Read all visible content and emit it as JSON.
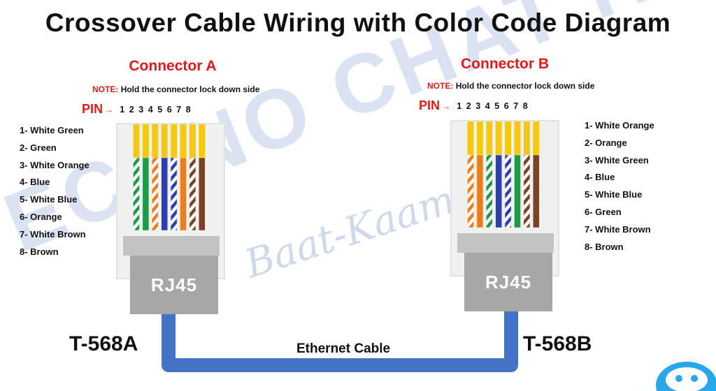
{
  "page": {
    "title": "Crossover Cable Wiring with Color Code Diagram"
  },
  "watermark": {
    "main": "TECHNO CHAT ROOM",
    "script": "Baat-Kaam"
  },
  "colors": {
    "accent_red": "#e11919",
    "cable_blue": "#4472c4",
    "gold_contact": "#f6c80f",
    "wire_green": "#1d9a46",
    "wire_orange": "#f07d12",
    "wire_blue": "#2d3fb0",
    "wire_brown": "#7b4223"
  },
  "connector_a": {
    "title": "Connector A",
    "note_label": "NOTE:",
    "note_text": "Hold the connector lock down side",
    "pin_label": "PIN",
    "pin_arrow": "→",
    "pins": [
      "1",
      "2",
      "3",
      "4",
      "5",
      "6",
      "7",
      "8"
    ],
    "legend": [
      "1- White Green",
      "2- Green",
      "3- White Orange",
      "4- Blue",
      "5- White Blue",
      "6- Orange",
      "7- White Brown",
      "8- Brown"
    ],
    "wires": [
      "white-green",
      "green",
      "white-orange",
      "blue",
      "white-blue",
      "orange",
      "white-brown",
      "brown"
    ],
    "plug_label": "RJ45",
    "standard": "T-568A"
  },
  "connector_b": {
    "title": "Connector B",
    "note_label": "NOTE:",
    "note_text": "Hold the connector lock down side",
    "pin_label": "PIN",
    "pin_arrow": "→",
    "pins": [
      "1",
      "2",
      "3",
      "4",
      "5",
      "6",
      "7",
      "8"
    ],
    "legend": [
      "1- White Orange",
      "2- Orange",
      "3- White Green",
      "4- Blue",
      "5- White Blue",
      "6- Green",
      "7- White Brown",
      "8- Brown"
    ],
    "wires": [
      "white-orange",
      "orange",
      "white-green",
      "blue",
      "white-blue",
      "green",
      "white-brown",
      "brown"
    ],
    "plug_label": "RJ45",
    "standard": "T-568B"
  },
  "cable": {
    "label": "Ethernet Cable"
  },
  "icons": {
    "corner": "chatbot-icon"
  }
}
